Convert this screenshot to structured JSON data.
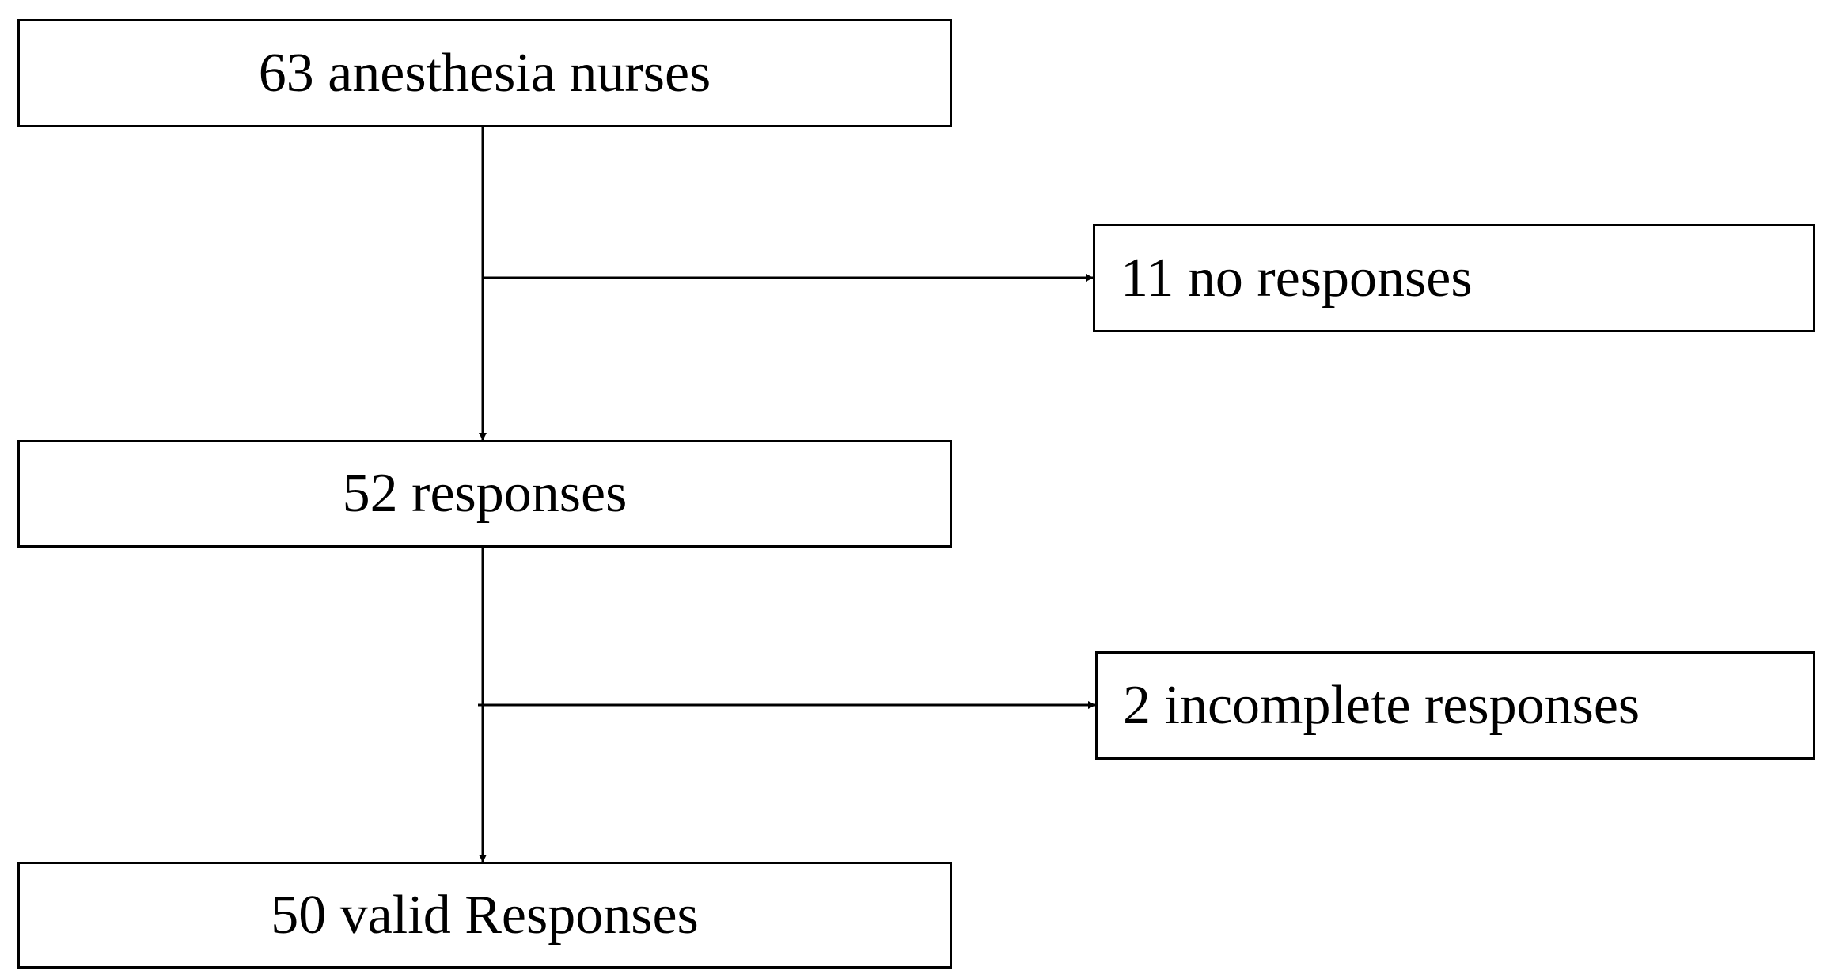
{
  "flowchart": {
    "main_boxes": [
      {
        "label": "63 anesthesia nurses"
      },
      {
        "label": "52 responses"
      },
      {
        "label": "50 valid Responses"
      }
    ],
    "exclusion_boxes": [
      {
        "label": "11 no responses"
      },
      {
        "label": "2 incomplete responses"
      }
    ]
  },
  "colors": {
    "stroke": "#000000",
    "background": "#ffffff",
    "text": "#000000"
  }
}
